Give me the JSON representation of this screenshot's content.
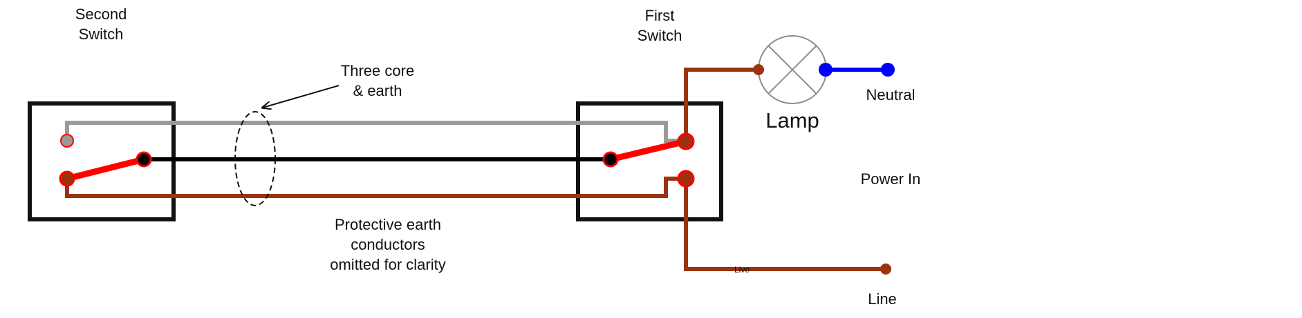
{
  "labels": {
    "second_switch": [
      "Second",
      "Switch"
    ],
    "first_switch": [
      "First",
      "Switch"
    ],
    "cable": [
      "Three core",
      "& earth"
    ],
    "lamp": "Lamp",
    "neutral": "Neutral",
    "power_in": "Power In",
    "line": "Line",
    "live_small": "Live",
    "note": [
      "Protective earth",
      "conductors",
      "omitted for clarity"
    ]
  },
  "colors": {
    "box": "#111111",
    "grey_wire": "#9a9a9a",
    "black_wire": "#000000",
    "brown_wire": "#9b3310",
    "switch_lever": "#ff0000",
    "neutral_wire": "#0000ff",
    "terminal_outline": "#ff0000",
    "lamp_outline": "#8c8c8c",
    "annotation": "#111111"
  }
}
